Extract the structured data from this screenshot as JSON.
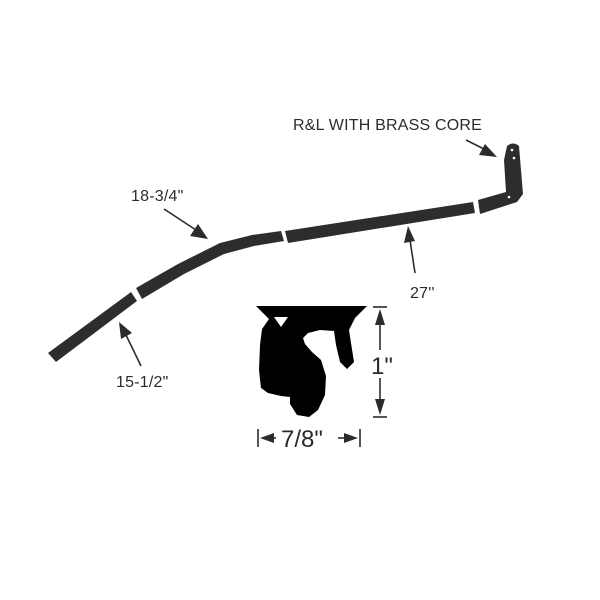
{
  "diagram": {
    "segments": {
      "segment_1": "15-1/2\"",
      "segment_2": "18-3/4\"",
      "segment_3": "27''",
      "end_piece": "R&L WITH BRASS CORE"
    },
    "profile": {
      "height": "1\"",
      "width": "7/8\""
    },
    "colors": {
      "strip": "#2d2d2d",
      "profile": "#000000",
      "text": "#2b2b2b"
    }
  }
}
